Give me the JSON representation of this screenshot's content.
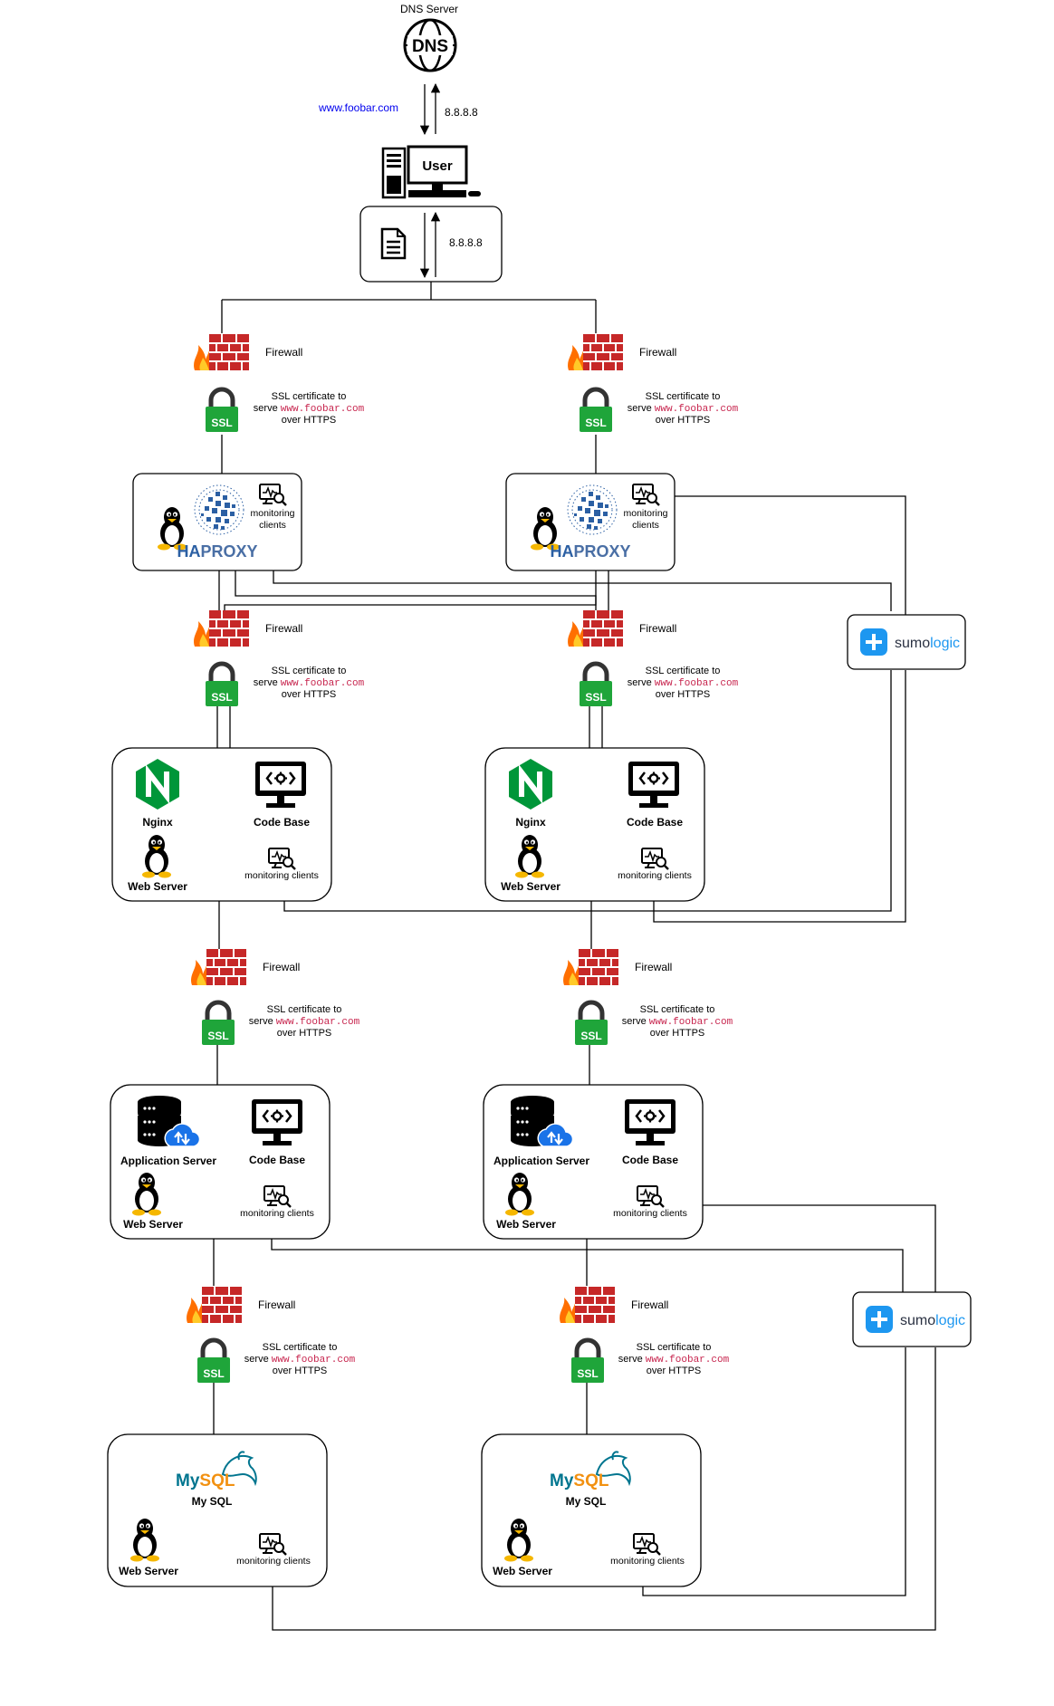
{
  "dns": {
    "label": "DNS Server",
    "logo_text": "DNS"
  },
  "domain_link": "www.foobar.com",
  "ip_top": "8.8.8.8",
  "user": {
    "label": "User"
  },
  "ip_box": "8.8.8.8",
  "firewall_label": "Firewall",
  "ssl": {
    "badge": "SSL",
    "line1": "SSL certificate to",
    "serve": "serve ",
    "domain": "www.foobar.com",
    "line3": "over HTTPS"
  },
  "haproxy": {
    "logo_ha": "HA",
    "logo_proxy": "PROXY",
    "monitor_line1": "monitoring",
    "monitor_line2": "clients"
  },
  "sumologic": {
    "logo_text_a": "sumo",
    "logo_text_b": "logic"
  },
  "web_tier": {
    "nginx": "Nginx",
    "code_base": "Code Base",
    "web_server": "Web Server",
    "monitoring": "monitoring clients"
  },
  "app_tier": {
    "app_server": "Application Server",
    "code_base": "Code Base",
    "web_server": "Web Server",
    "monitoring": "monitoring clients"
  },
  "db_tier": {
    "mysql_logo_a": "My",
    "mysql_logo_b": "SQL",
    "mysql": "My SQL",
    "web_server": "Web Server",
    "monitoring": "monitoring clients"
  },
  "colors": {
    "firewall_brick": "#c62828",
    "flame": "#ff6f00",
    "ssl_green": "#1fa53a",
    "haproxy_blue": "#2b5fa3",
    "sumo_blue": "#1d97f0",
    "nginx_green": "#009639",
    "mysql_blue": "#00758f",
    "mysql_orange": "#f29111",
    "link_blue": "#0000ee",
    "code_red": "#c7254e"
  }
}
